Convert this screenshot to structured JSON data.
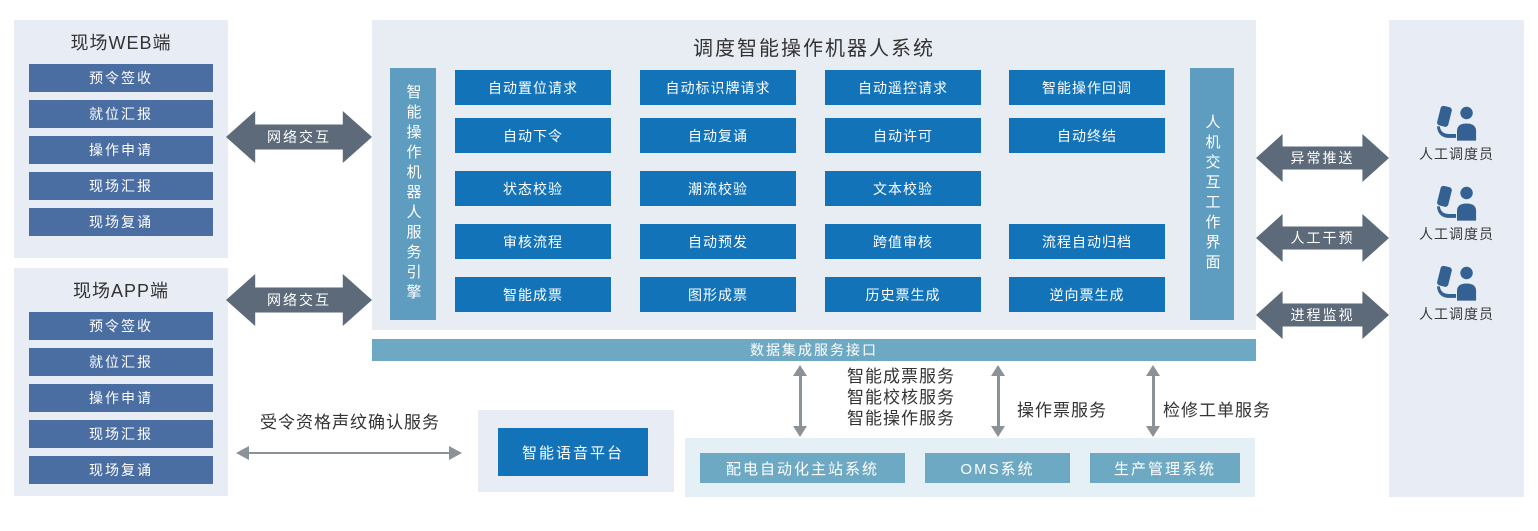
{
  "left": {
    "web_panel": {
      "title": "现场WEB端",
      "items": [
        "预令签收",
        "就位汇报",
        "操作申请",
        "现场汇报",
        "现场复诵"
      ]
    },
    "app_panel": {
      "title": "现场APP端",
      "items": [
        "预令签收",
        "就位汇报",
        "操作申请",
        "现场汇报",
        "现场复诵"
      ]
    },
    "network_label_top": "网络交互",
    "network_label_bottom": "网络交互"
  },
  "main": {
    "title": "调度智能操作机器人系统",
    "left_bar": "智能操作机器人服务引擎",
    "right_bar": "人机交互工作界面",
    "grid": [
      [
        "自动置位请求",
        "自动标识牌请求",
        "自动遥控请求",
        "智能操作回调"
      ],
      [
        "自动下令",
        "自动复诵",
        "自动许可",
        "自动终结"
      ],
      [
        "状态校验",
        "潮流校验",
        "文本校验"
      ],
      [
        "审核流程",
        "自动预发",
        "跨值审核",
        "流程自动归档"
      ],
      [
        "智能成票",
        "图形成票",
        "历史票生成",
        "逆向票生成"
      ]
    ],
    "data_bar": "数据集成服务接口"
  },
  "right": {
    "arrows": [
      "异常推送",
      "人工干预",
      "进程监视"
    ],
    "dispatchers": [
      "人工调度员",
      "人工调度员",
      "人工调度员"
    ]
  },
  "bottom": {
    "voice_service_label": "受令资格声纹确认服务",
    "voice_platform": "智能语音平台",
    "service_group_lines": [
      "智能成票服务",
      "智能校核服务",
      "智能操作服务"
    ],
    "ticket_service_label": "操作票服务",
    "maintenance_service_label": "检修工单服务",
    "systems": [
      "配电自动化主站系统",
      "OMS系统",
      "生产管理系统"
    ]
  },
  "colors": {
    "grid_button": "#1273b9",
    "side_button": "#4a6da2",
    "vertical_bar": "#5e9dbf",
    "data_bar": "#6ea9c4",
    "system_box": "#6ea9c4",
    "dark_arrow": "#5c6a79",
    "panel_bg": "#e8ecf4",
    "main_bg": "#e8edf3",
    "systems_panel_bg": "#e5f0f6",
    "person_icon": "#336191",
    "thin_arrow": "#8b9298"
  }
}
